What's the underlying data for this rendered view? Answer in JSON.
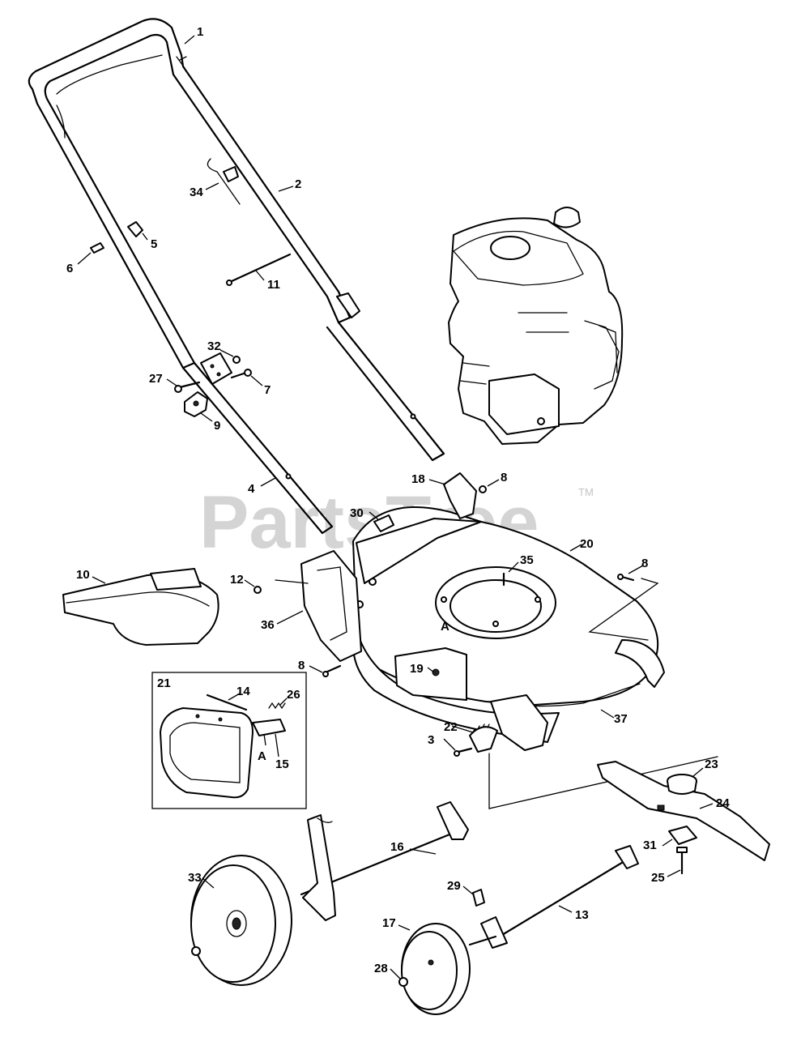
{
  "watermark": {
    "text": "PartsTree",
    "tm": "TM"
  },
  "callouts": [
    {
      "id": "c1",
      "text": "1"
    },
    {
      "id": "c2",
      "text": "2"
    },
    {
      "id": "c34",
      "text": "34"
    },
    {
      "id": "c5",
      "text": "5"
    },
    {
      "id": "c6",
      "text": "6"
    },
    {
      "id": "c11",
      "text": "11"
    },
    {
      "id": "c32",
      "text": "32"
    },
    {
      "id": "c27",
      "text": "27"
    },
    {
      "id": "c7",
      "text": "7"
    },
    {
      "id": "c9",
      "text": "9"
    },
    {
      "id": "c4",
      "text": "4"
    },
    {
      "id": "c18",
      "text": "18"
    },
    {
      "id": "c8a",
      "text": "8"
    },
    {
      "id": "c30",
      "text": "30"
    },
    {
      "id": "c20",
      "text": "20"
    },
    {
      "id": "c10",
      "text": "10"
    },
    {
      "id": "c12",
      "text": "12"
    },
    {
      "id": "c35",
      "text": "35"
    },
    {
      "id": "c8b",
      "text": "8"
    },
    {
      "id": "c36",
      "text": "36"
    },
    {
      "id": "cA1",
      "text": "A"
    },
    {
      "id": "c8c",
      "text": "8"
    },
    {
      "id": "c19",
      "text": "19"
    },
    {
      "id": "c21",
      "text": "21"
    },
    {
      "id": "c14",
      "text": "14"
    },
    {
      "id": "c26",
      "text": "26"
    },
    {
      "id": "cA2",
      "text": "A"
    },
    {
      "id": "c15",
      "text": "15"
    },
    {
      "id": "c22",
      "text": "22"
    },
    {
      "id": "c3",
      "text": "3"
    },
    {
      "id": "c37",
      "text": "37"
    },
    {
      "id": "c23",
      "text": "23"
    },
    {
      "id": "c24",
      "text": "24"
    },
    {
      "id": "c16",
      "text": "16"
    },
    {
      "id": "c31",
      "text": "31"
    },
    {
      "id": "c25",
      "text": "25"
    },
    {
      "id": "c33",
      "text": "33"
    },
    {
      "id": "c29",
      "text": "29"
    },
    {
      "id": "c13",
      "text": "13"
    },
    {
      "id": "c17",
      "text": "17"
    },
    {
      "id": "c28",
      "text": "28"
    }
  ]
}
